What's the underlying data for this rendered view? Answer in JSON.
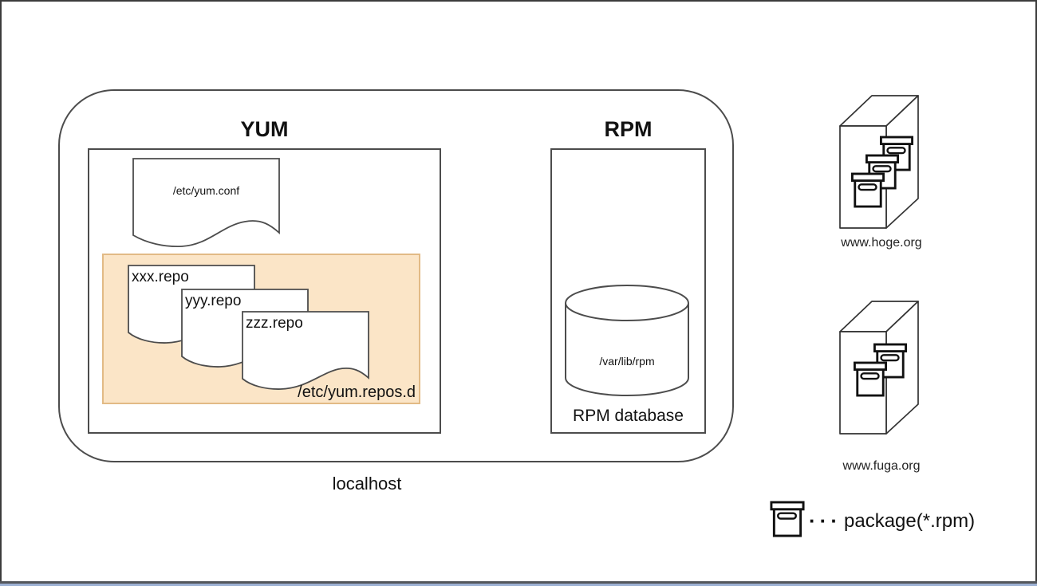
{
  "diagram": {
    "localhost": {
      "label": "localhost"
    },
    "yum": {
      "title": "YUM",
      "conf_file": "/etc/yum.conf",
      "repos_dir": {
        "label": "/etc/yum.repos.d",
        "files": [
          "xxx.repo",
          "yyy.repo",
          "zzz.repo"
        ]
      }
    },
    "rpm": {
      "title": "RPM",
      "database_path": "/var/lib/rpm",
      "database_label": "RPM database"
    },
    "repositories": [
      {
        "label": "www.hoge.org",
        "package_count": 3
      },
      {
        "label": "www.fuga.org",
        "package_count": 2
      }
    ],
    "legend": {
      "separator": "···",
      "label": "package(*.rpm)"
    },
    "colors": {
      "repos_background": "#FBE5C7",
      "repos_border": "#E2BA85",
      "line": "#4c4c4c",
      "text": "#111111"
    }
  }
}
